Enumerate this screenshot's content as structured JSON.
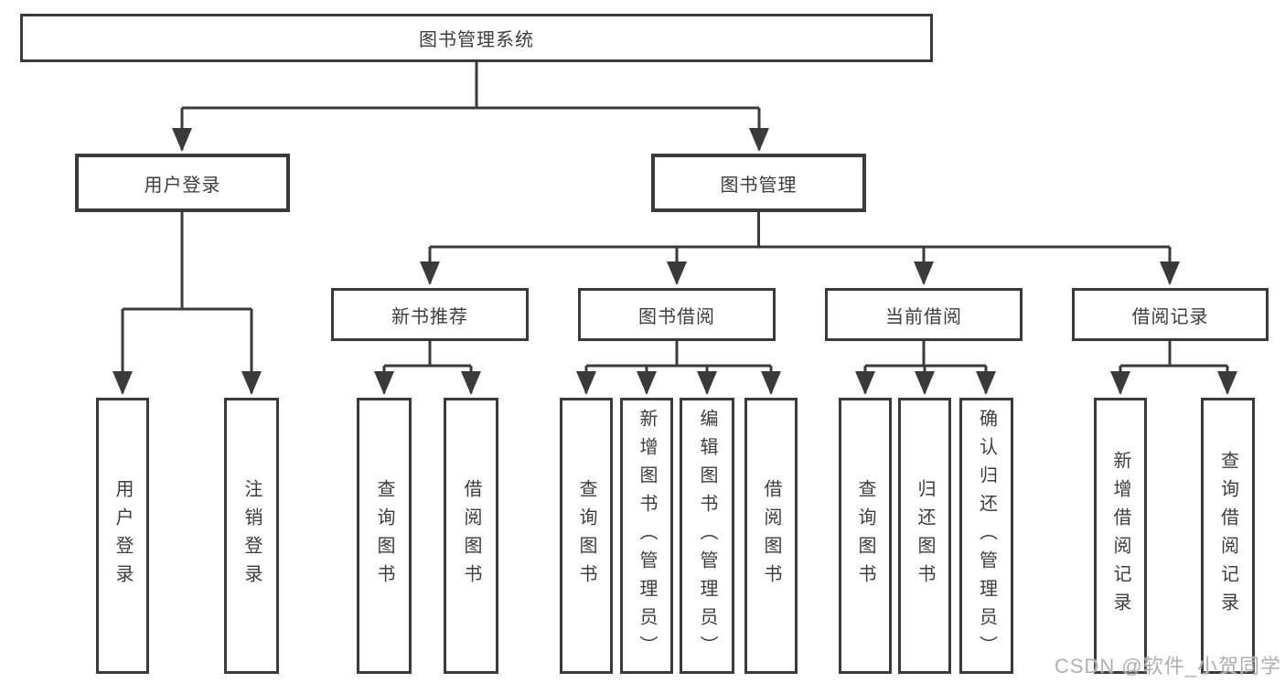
{
  "tree": {
    "label": "图书管理系统",
    "children": [
      {
        "label": "用户登录",
        "children": [
          {
            "label": "用户登录"
          },
          {
            "label": "注销登录"
          }
        ]
      },
      {
        "label": "图书管理",
        "children": [
          {
            "label": "新书推荐",
            "children": [
              {
                "label": "查询图书"
              },
              {
                "label": "借阅图书"
              }
            ]
          },
          {
            "label": "图书借阅",
            "children": [
              {
                "label": "查询图书"
              },
              {
                "label": "新增图书（管理员）"
              },
              {
                "label": "编辑图书（管理员）"
              },
              {
                "label": "借阅图书"
              }
            ]
          },
          {
            "label": "当前借阅",
            "children": [
              {
                "label": "查询图书"
              },
              {
                "label": "归还图书"
              },
              {
                "label": "确认归还（管理员）"
              }
            ]
          },
          {
            "label": "借阅记录",
            "children": [
              {
                "label": "新增借阅记录"
              },
              {
                "label": "查询借阅记录"
              }
            ]
          }
        ]
      }
    ]
  },
  "watermark": {
    "text": "CSDN @软件_小贺同学"
  },
  "colors": {
    "line": "#3a3a3a",
    "text": "#3d3d3d",
    "background": "#ffffff",
    "watermark": "#b0b0b0"
  }
}
